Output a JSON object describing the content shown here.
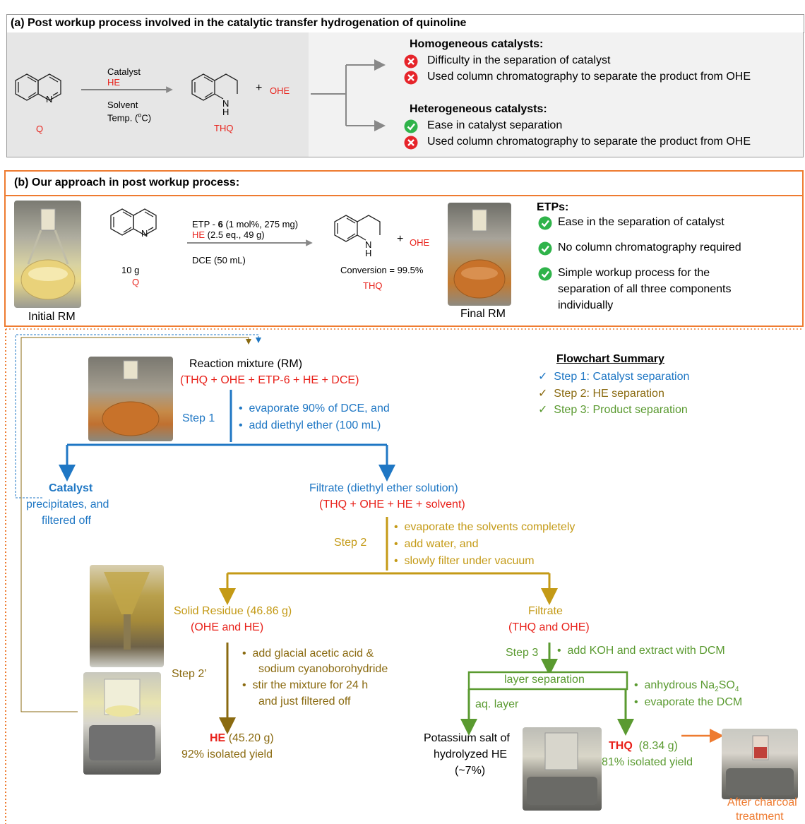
{
  "panel_a": {
    "title": "(a) Post workup process involved in the catalytic transfer hydrogenation of quinoline",
    "reagent_top": "Catalyst",
    "reagent_he": "HE",
    "reagent_bottom1": "Solvent",
    "reagent_bottom2": "Temp. (°C)",
    "reagent_bottom2_pre": "Temp. (",
    "reagent_bottom2_sup": "o",
    "reagent_bottom2_post": "C)",
    "q_label": "Q",
    "thq_label": "THQ",
    "n_label": "N",
    "nh_label": "N",
    "h_label": "H",
    "plus": "+",
    "ohe": "OHE",
    "homo_title": "Homogeneous catalysts:",
    "homo_items": [
      "Difficulty in the separation of catalyst",
      "Used column chromatography to separate the product from OHE"
    ],
    "hetero_title": "Heterogeneous catalysts:",
    "hetero_items": [
      "Ease in catalyst separation",
      "Used column chromatography to separate the product from OHE"
    ]
  },
  "panel_b": {
    "title": "(b) Our approach in post workup process:",
    "initial_rm": "Initial RM",
    "final_rm": "Final RM",
    "reagent1_pre": "ETP - ",
    "reagent1_bold": "6",
    "reagent1_post": " (1 mol%, 275 mg)",
    "reagent2_he": "HE",
    "reagent2_post": " (2.5 eq., 49 g)",
    "reagent3": "DCE (50 mL)",
    "amount": "10 g",
    "q_label": "Q",
    "n_label": "N",
    "h_label": "H",
    "conversion": "Conversion = 99.5%",
    "thq_label": "THQ",
    "plus": "+",
    "ohe": "OHE",
    "etps_title": "ETPs:",
    "etps_items": [
      "Ease in the separation of catalyst",
      "No column chromatography required",
      "Simple workup process for the",
      "separation of all three components",
      "individually"
    ]
  },
  "flow": {
    "rm_title": "Reaction mixture (RM)",
    "rm_components": "(THQ + OHE + ETP-6 + HE + DCE)",
    "step1": "Step 1",
    "step1_items": [
      "evaporate 90% of DCE, and",
      "add diethyl ether (100 mL)"
    ],
    "summary_title": "Flowchart Summary",
    "summary_items": [
      "Step 1: Catalyst separation",
      "Step 2: HE separation",
      "Step 3: Product separation"
    ],
    "check": "✓",
    "catalyst_title": "Catalyst",
    "catalyst_lines": [
      "precipitates, and",
      "filtered off"
    ],
    "filtrate1_title": "Filtrate (diethyl ether solution)",
    "filtrate1_components": "(THQ + OHE + HE + solvent)",
    "step2": "Step 2",
    "step2_items": [
      "evaporate the solvents completely",
      "add water, and",
      "slowly filter under vacuum"
    ],
    "solid_title": "Solid Residue (46.86 g)",
    "solid_components": "(OHE and HE)",
    "filtrate2_title": "Filtrate",
    "filtrate2_components": "(THQ and OHE)",
    "step2p": "Step 2’",
    "step2p_items": [
      "add glacial acetic acid &",
      "sodium cyanoborohydride",
      "stir the mixture for 24 h",
      "and just filtered off"
    ],
    "step3": "Step 3",
    "step3_item": "add KOH and extract with DCM",
    "layer_sep": "layer separation",
    "aq_layer": "aq. layer",
    "dry_item_pre": "anhydrous Na",
    "dry_item_sub1": "2",
    "dry_item_mid": "SO",
    "dry_item_sub2": "4",
    "evap_item": "evaporate the DCM",
    "he_label": "HE",
    "he_mass": "(45.20 g)",
    "he_yield": "92% isolated yield",
    "potassium_lines": [
      "Potassium salt of",
      "hydrolyzed HE",
      "(~7%)"
    ],
    "thq_label": "THQ",
    "thq_mass": "(8.34 g)",
    "thq_yield": "81% isolated yield",
    "charcoal_lines": [
      "After charcoal",
      "treatment"
    ],
    "bullet": "•"
  },
  "colors": {
    "red": "#e8221b",
    "blue": "#1f77c4",
    "gold": "#c49a16",
    "olive": "#8a6a10",
    "green": "#5a9a30",
    "orange": "#ee7b30",
    "panel_gray": "#e6e6e6",
    "panel_b_border": "#ee7b30"
  }
}
